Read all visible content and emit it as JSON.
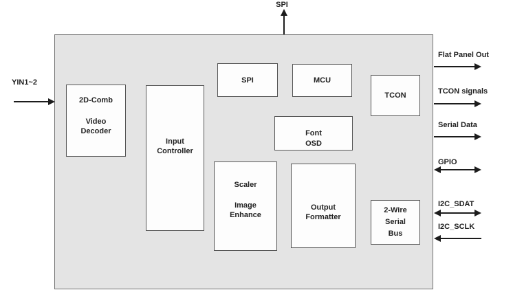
{
  "diagram": {
    "inputs": {
      "yin": {
        "label": "YIN1~2"
      },
      "spi_top": {
        "label": "SPI"
      }
    },
    "blocks": {
      "video_decoder": {
        "line1": "2D-Comb",
        "line2": "Video",
        "line3": "Decoder"
      },
      "input_controller": {
        "line1": "Input",
        "line2": "Controller"
      },
      "spi": {
        "label": "SPI"
      },
      "mcu": {
        "label": "MCU"
      },
      "font_osd": {
        "line1": "Font",
        "line2": "OSD"
      },
      "tcon": {
        "label": "TCON"
      },
      "scaler": {
        "line1": "Scaler",
        "line2": "Image",
        "line3": "Enhance"
      },
      "output_formatter": {
        "line1": "Output",
        "line2": "Formatter"
      },
      "serial_bus": {
        "line1": "2-Wire",
        "line2": "Serial",
        "line3": "Bus"
      }
    },
    "right_ports": [
      {
        "label": "Flat Panel Out",
        "direction": "out"
      },
      {
        "label": "TCON signals",
        "direction": "out"
      },
      {
        "label": "Serial Data",
        "direction": "out"
      },
      {
        "label": "GPIO",
        "direction": "inout"
      },
      {
        "label": "I2C_SDAT",
        "direction": "inout"
      },
      {
        "label": "I2C_SCLK",
        "direction": "in"
      }
    ],
    "colors": {
      "chip_fill": "#e4e4e4",
      "chip_border": "#707070",
      "block_fill": "#fdfdfd",
      "block_border": "#555555",
      "arrow": "#1c1c1c",
      "text": "#222222"
    }
  }
}
